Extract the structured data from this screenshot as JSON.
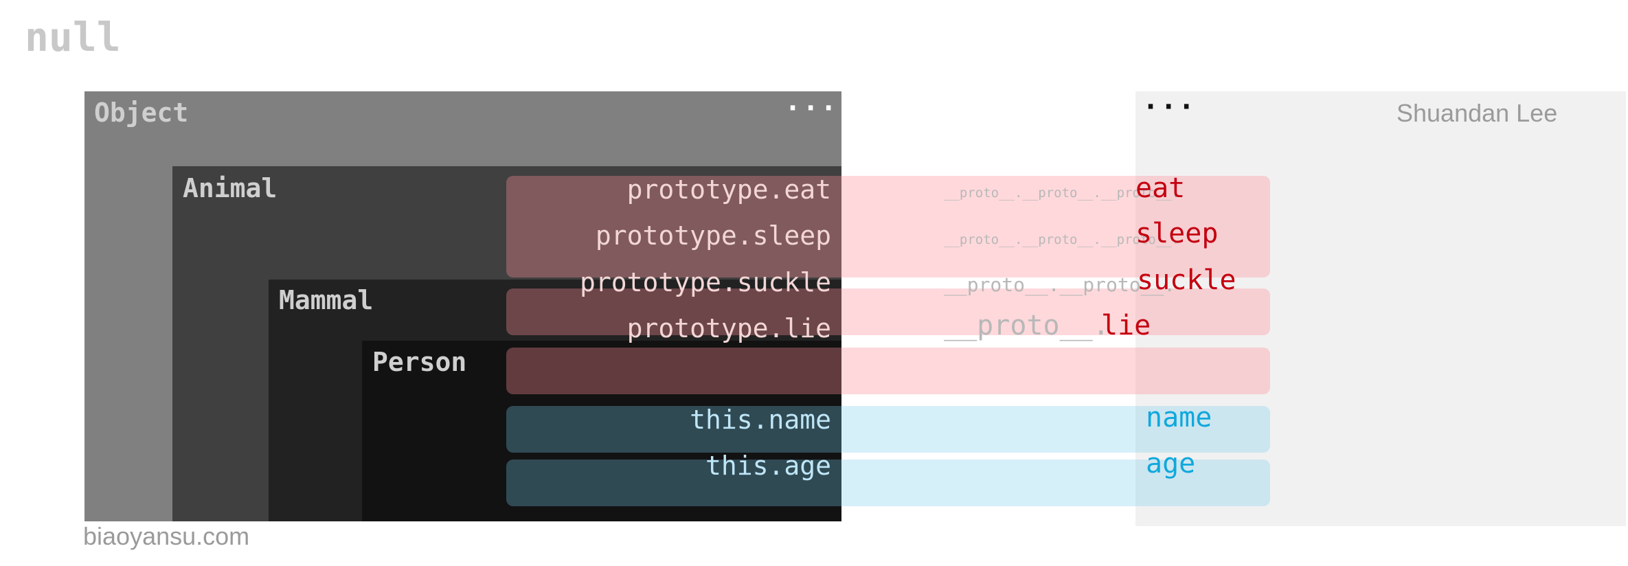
{
  "null_label": "null",
  "object": {
    "title": "Object",
    "more": "···"
  },
  "animal": {
    "title": "Animal"
  },
  "mammal": {
    "title": "Mammal"
  },
  "person": {
    "title": "Person"
  },
  "instance": {
    "more": "···",
    "author": "Shuandan Lee"
  },
  "properties": {
    "eat": {
      "path": "prototype.eat",
      "chain": "__proto__.__proto__.__proto__.",
      "key": "eat"
    },
    "sleep": {
      "path": "prototype.sleep",
      "chain": "__proto__.__proto__.__proto__.",
      "key": "sleep"
    },
    "suckle": {
      "path": "prototype.suckle",
      "chain": "__proto__.__proto__.",
      "key": "suckle"
    },
    "lie": {
      "path": "prototype.lie",
      "chain": "__proto__.",
      "key": "lie"
    },
    "name": {
      "path": "this.name",
      "key": "name"
    },
    "age": {
      "path": "this.age",
      "key": "age"
    }
  },
  "colors": {
    "prototype_key": "#c40010",
    "own_key": "#10a8dc",
    "object": "#808080",
    "animal": "#404040",
    "mammal": "#222222",
    "person": "#121212"
  },
  "watermark": "biaoyansu.com"
}
